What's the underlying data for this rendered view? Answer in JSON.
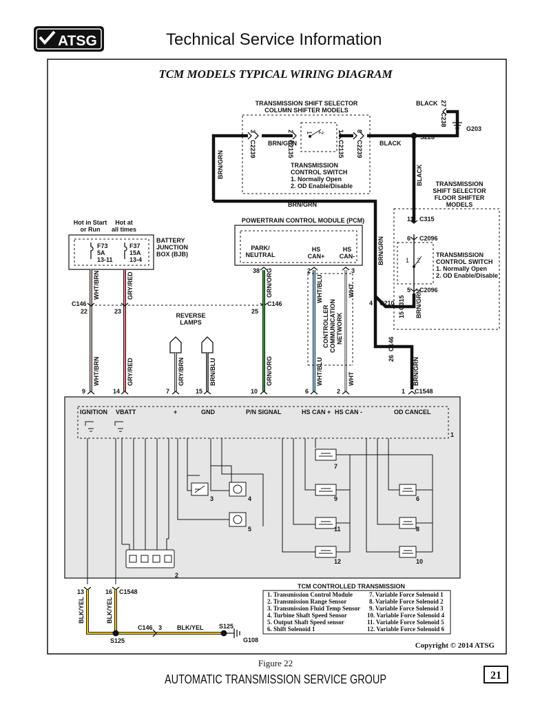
{
  "header": {
    "logo_text": "ATSG",
    "title": "Technical Service Information"
  },
  "diagram": {
    "title": "TCM MODELS TYPICAL WIRING DIAGRAM",
    "column_selector": {
      "title_line1": "TRANSMISSION SHIFT SELECTOR",
      "title_line2": "COLUMN SHIFTER MODELS",
      "switch_line1": "TRANSMISSION",
      "switch_line2": "CONTROL SWITCH",
      "switch_item1": "1. Normally Open",
      "switch_item2": "2. OD Enable/Disable"
    },
    "floor_selector": {
      "title_line1": "TRANSMISSION",
      "title_line2": "SHIFT SELECTOR",
      "title_line3": "FLOOR SHIFTER",
      "title_line4": "MODELS",
      "switch_line1": "TRANSMISSION",
      "switch_line2": "CONTROL SWITCH",
      "switch_item1": "1. Normally Open",
      "switch_item2": "2. OD Enable/Disable"
    },
    "bjb": {
      "label_line1": "BATTERY",
      "label_line2": "JUNCTION",
      "label_line3": "BOX (BJB)",
      "hot_start_line1": "Hot in Start",
      "hot_start_line2": "or Run",
      "hot_all_line1": "Hot at",
      "hot_all_line2": "all times",
      "f73_a": "F73",
      "f73_b": "5A",
      "f73_c": "13-11",
      "f37_a": "F37",
      "f37_b": "15A",
      "f37_c": "13-4"
    },
    "pcm": {
      "title": "POWERTRAIN CONTROL MODULE (PCM)",
      "park_line1": "PARK/",
      "park_line2": "NEUTRAL",
      "hscanp_line1": "HS",
      "hscanp_line2": "CAN+",
      "hscanm_line1": "HS",
      "hscanm_line2": "CAN-"
    },
    "reverse_lamps_line1": "REVERSE",
    "reverse_lamps_line2": "LAMPS",
    "network_line1": "CONTROLLER",
    "network_line2": "COMMUNICATION",
    "network_line3": "NETWORK",
    "wires": {
      "brn_grn": "BRN/GRN",
      "black": "BLACK",
      "wht_brn": "WHT/BRN",
      "gry_red": "GRY/RED",
      "grn_org": "GRN/ORG",
      "wht_blu": "WHT/BLU",
      "wht": "WHT",
      "gry_brn": "GRY/BRN",
      "brn_blu": "BRN/BLU",
      "blk_yel": "BLK/YEL"
    },
    "connectors": {
      "c2239": "C2239",
      "c2135": "C2135",
      "c238": "C238",
      "g203": "G203",
      "s228": "S228",
      "c315": "C315",
      "c2096": "C2096",
      "c210": "C210",
      "c146": "C146",
      "c1548": "C1548",
      "s125": "S125",
      "g108": "G108"
    },
    "pins": {
      "p3": "3",
      "p2": "2",
      "p1": "1",
      "p8": "8",
      "p27": "27",
      "p11": "11",
      "p6": "6",
      "p5": "5",
      "p4": "4",
      "p15": "15",
      "p26": "26",
      "p22": "22",
      "p23": "23",
      "p25": "25",
      "p38": "38",
      "p9": "9",
      "p14": "14",
      "p7": "7",
      "p10": "10",
      "p13": "13",
      "p16": "16"
    },
    "tcm_pins": {
      "ignition": "IGNITION",
      "vbatt": "VBATT",
      "plus": "+",
      "gnd": "GND",
      "pn_signal": "P/N SIGNAL",
      "hs_can_plus": "HS CAN +",
      "hs_can_minus": "HS CAN -",
      "od_cancel": "OD CANCEL"
    },
    "component_numbers": [
      "1",
      "2",
      "3",
      "4",
      "5",
      "6",
      "7",
      "8",
      "9",
      "10",
      "11",
      "12"
    ],
    "legend": {
      "title": "TCM CONTROLLED TRANSMISSION",
      "left": [
        "1. Transmission Control Module",
        "2. Transmission Range Sensor",
        "3. Transmission Fluid Temp Sensor",
        "4. Turbine Shaft Speed Sensor",
        "5. Output Shaft Speed sensor",
        "6. Shift Solenoid 1"
      ],
      "right": [
        "7. Variable Force Solenoid 1",
        "8. Variable Force Solenoid 2",
        "9. Variable Force Solenoid 3",
        "10. Variable Force Solenoid 4",
        "11. Variable Force Solenoid 5",
        "12. Variable Force Solenoid 6"
      ]
    },
    "copyright": "Copyright © 2014 ATSG"
  },
  "footer": {
    "figure": "Figure 22",
    "group": "AUTOMATIC TRANSMISSION SERVICE GROUP",
    "page_number": "21"
  },
  "colors": {
    "wire_black": "#111111",
    "wire_wht_brn": "#c9b8ae",
    "wire_gry_red": "#e07a80",
    "wire_grn_org": "#2f9a3a",
    "wire_wht_blu": "#8ecbe6",
    "wire_blk_yel": "#e8c42a",
    "tcm_fill": "#e6e6e6"
  }
}
